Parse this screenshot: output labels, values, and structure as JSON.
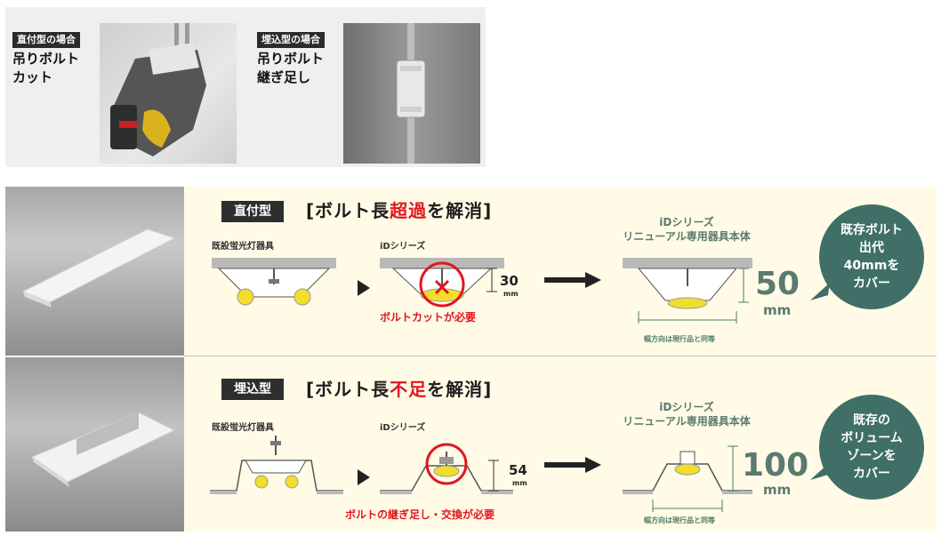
{
  "top": {
    "direct_badge": "直付型の場合",
    "direct_caption": [
      "吊りボルト",
      "カット"
    ],
    "embed_badge": "埋込型の場合",
    "embed_caption": [
      "吊りボルト",
      "継ぎ足し"
    ]
  },
  "rows": [
    {
      "type_label": "直付型",
      "headline_pre": "[ボルト長",
      "headline_red": "超過",
      "headline_post": "を解消]",
      "existing_label": "既設蛍光灯器具",
      "series_label": "iDシリーズ",
      "dim_value": "30",
      "dim_unit": "mm",
      "warning": "ボルトカットが必要",
      "renewal_title": [
        "iDシリーズ",
        "リニューアル専用器具本体"
      ],
      "big_value": "50",
      "big_unit": "mm",
      "width_note": "幅方向は現行品と同等",
      "bubble": "既存ボルト\n出代\n40mmを\nカバー"
    },
    {
      "type_label": "埋込型",
      "headline_pre": "[ボルト長",
      "headline_red": "不足",
      "headline_post": "を解消]",
      "existing_label": "既設蛍光灯器具",
      "series_label": "iDシリーズ",
      "dim_value": "54",
      "dim_unit": "mm",
      "warning": "ボルトの継ぎ足し・交換が必要",
      "renewal_title": [
        "iDシリーズ",
        "リニューアル専用器具本体"
      ],
      "big_value": "100",
      "big_unit": "mm",
      "width_note": "幅方向は現行品と同等",
      "bubble": "既存の\nボリューム\nゾーンを\nカバー"
    }
  ],
  "colors": {
    "accent_red": "#e0161e",
    "teal": "#3f6f66",
    "cream": "#fffbe6",
    "lamp_yellow": "#f2de2a"
  }
}
